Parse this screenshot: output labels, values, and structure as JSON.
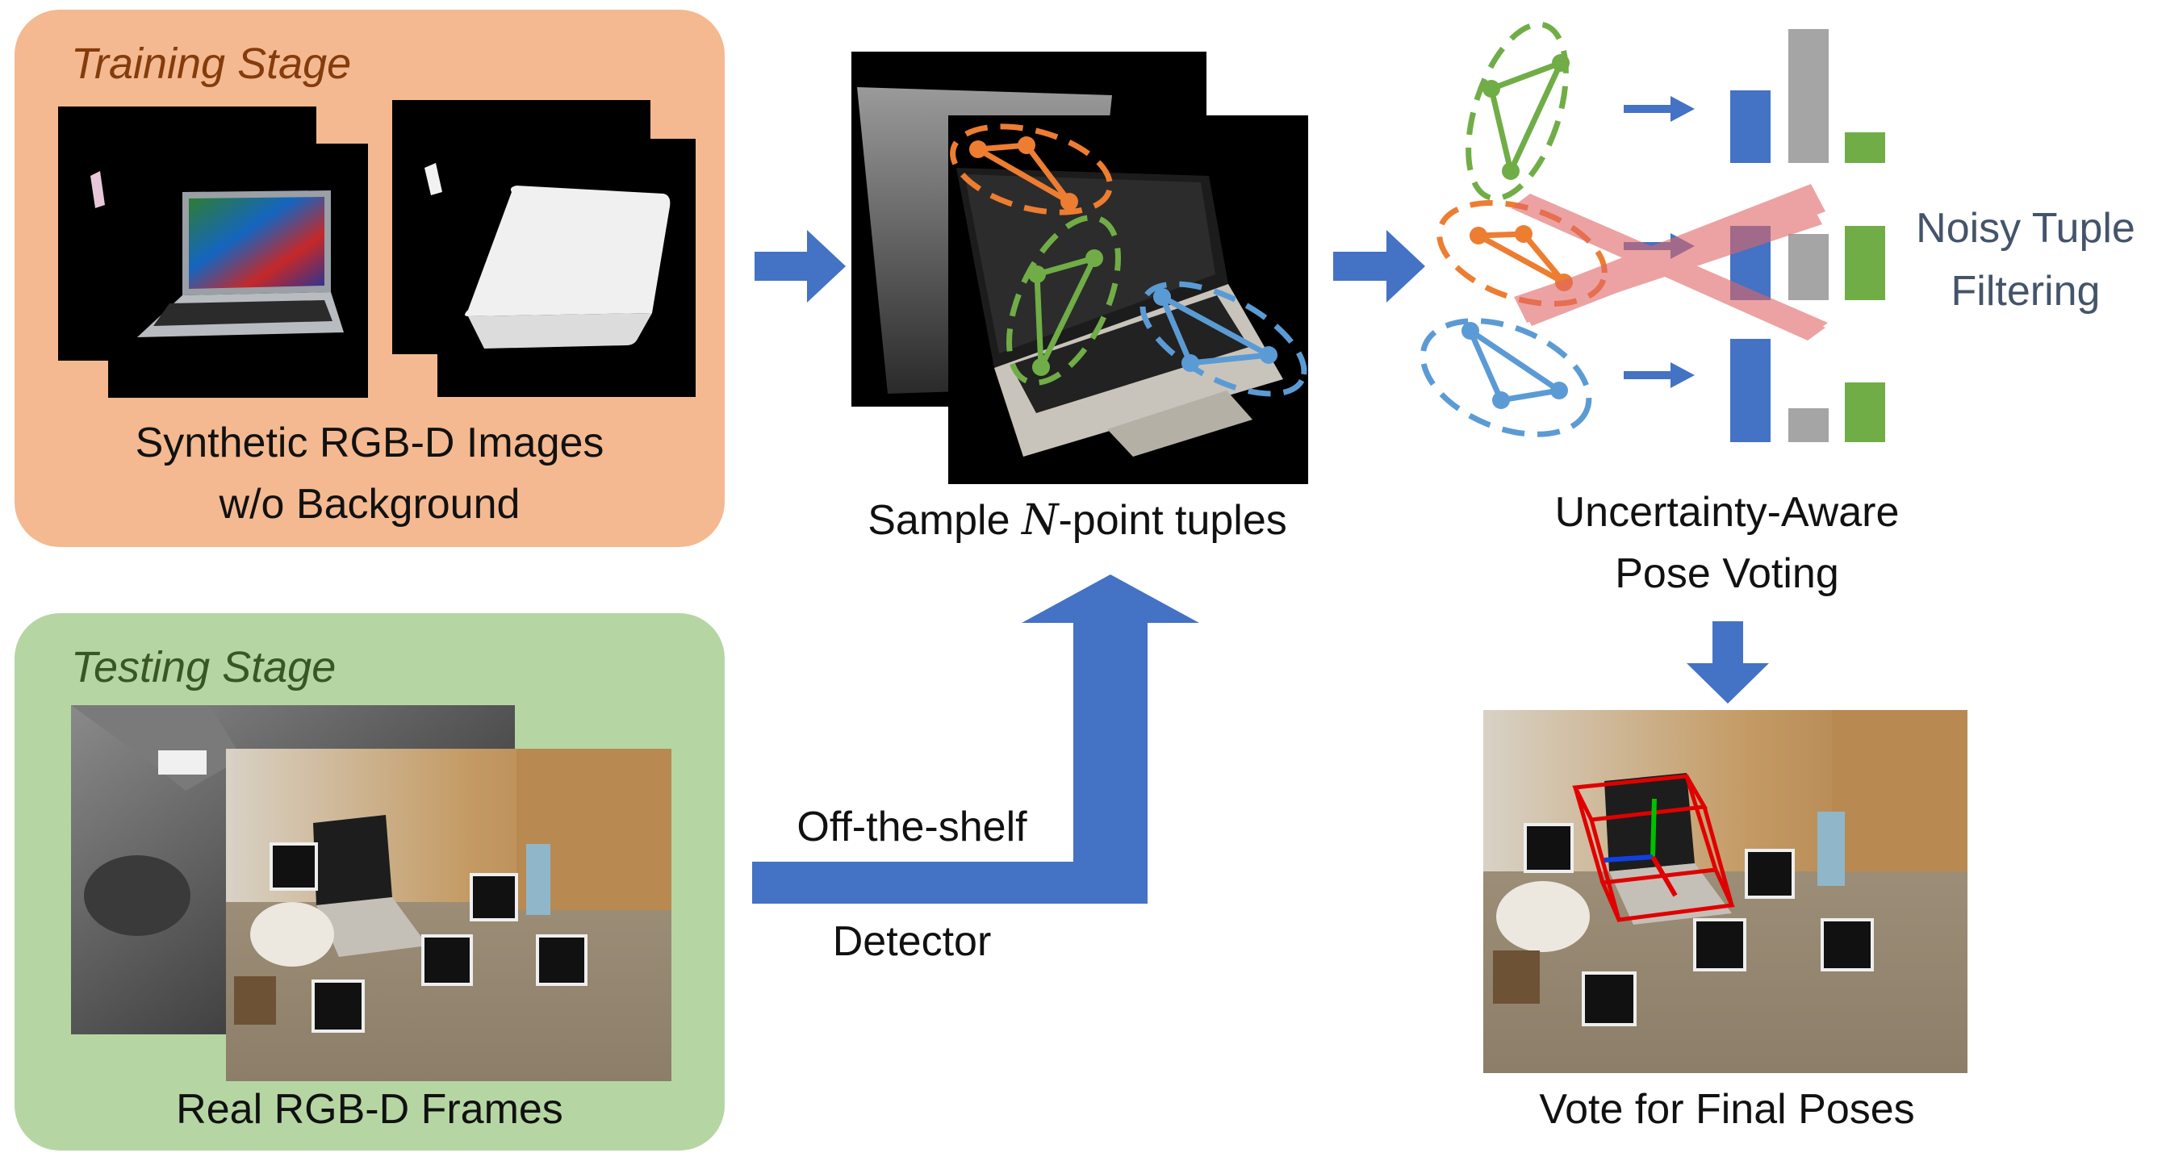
{
  "training": {
    "title": "Training Stage",
    "caption_line1": "Synthetic RGB-D Images",
    "caption_line2": "w/o Background"
  },
  "testing": {
    "title": "Testing Stage",
    "caption": "Real RGB-D Frames"
  },
  "sampling": {
    "caption_prefix": "Sample ",
    "caption_var": "N",
    "caption_suffix": "-point tuples"
  },
  "detector": {
    "line1": "Off-the-shelf",
    "line2": "Detector"
  },
  "voting": {
    "caption_line1": "Uncertainty-Aware",
    "caption_line2": "Pose Voting",
    "filter_line1": "Noisy Tuple",
    "filter_line2": "Filtering"
  },
  "final": {
    "caption": "Vote for Final Poses"
  },
  "colors": {
    "training_bg": "#F4B990",
    "training_title": "#843C0C",
    "testing_bg": "#B5D6A3",
    "testing_title": "#385723",
    "arrow": "#4472C4",
    "orange": "#ED7D31",
    "green": "#70AD47",
    "blue": "#5B9BD5",
    "bar_blue": "#4472C4",
    "bar_gray": "#A5A5A5",
    "bar_green": "#70AD47",
    "cross_red": "#E06666",
    "filter_text": "#44546A"
  }
}
